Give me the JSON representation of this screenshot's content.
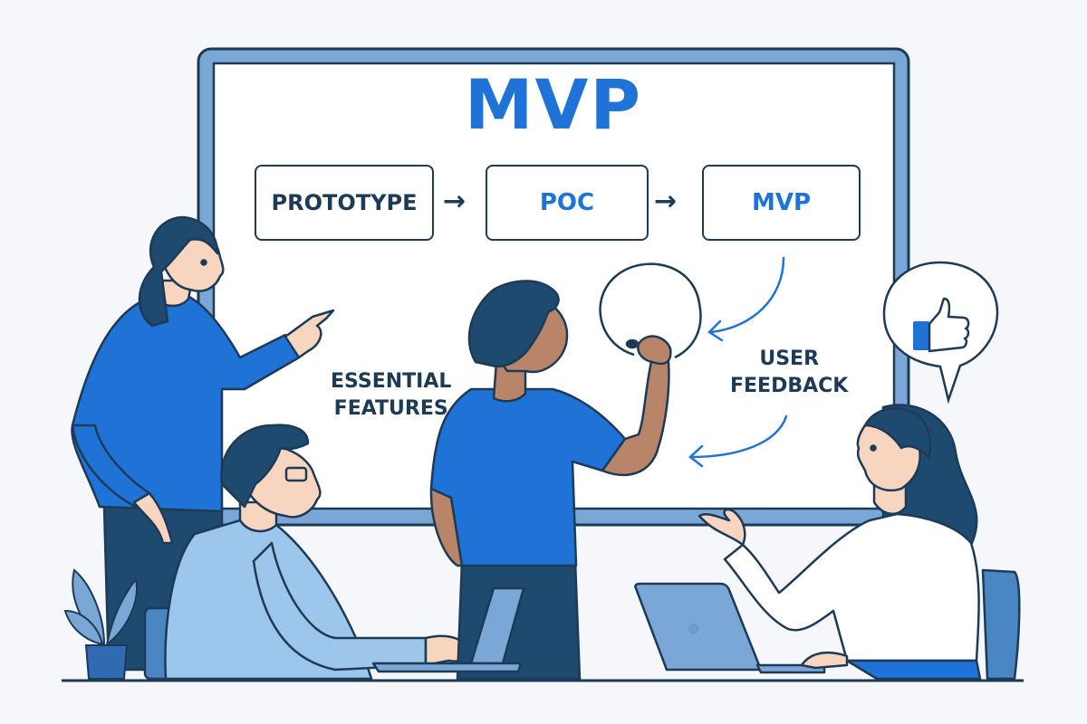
{
  "board": {
    "title": "MVP",
    "stages": [
      {
        "label": "PROTOTYPE"
      },
      {
        "label": "POC"
      },
      {
        "label": "MVP"
      }
    ],
    "flow_arrow": "→",
    "annotations": {
      "essential_line1": "ESSENTIAL",
      "essential_line2": "FEATURES",
      "feedback_line1": "USER",
      "feedback_line2": "FEEDBACK"
    }
  },
  "speech_bubble": {
    "icon": "thumbs-up-icon"
  },
  "people": [
    {
      "role": "woman-pointing-at-board"
    },
    {
      "role": "man-with-glasses-typing-on-laptop"
    },
    {
      "role": "man-drawing-circle-on-board"
    },
    {
      "role": "woman-gesturing-at-desk"
    }
  ],
  "colors": {
    "accent_blue": "#1f73d6",
    "navy_outline": "#1d3a57",
    "frame_blue": "#7ba7d6",
    "light_blue_shirt": "#9cc6eb",
    "background": "#f5f7fa"
  }
}
